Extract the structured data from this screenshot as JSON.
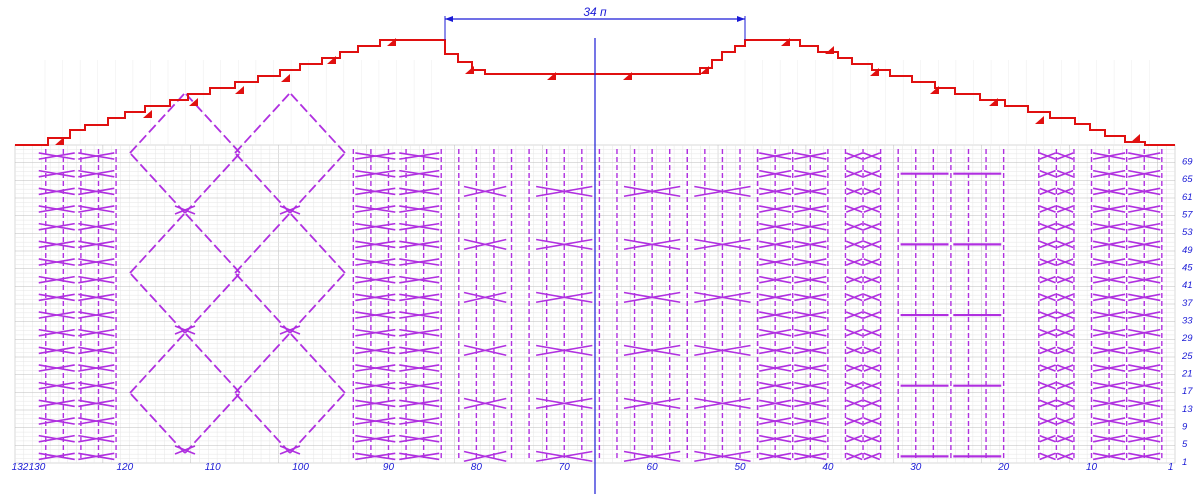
{
  "header": {
    "label": "34 п"
  },
  "column_numbers": [
    "132",
    "130",
    "120",
    "110",
    "100",
    "90",
    "80",
    "70",
    "60",
    "50",
    "40",
    "30",
    "20",
    "10",
    "1"
  ],
  "row_numbers": [
    "69",
    "65",
    "61",
    "57",
    "53",
    "49",
    "45",
    "41",
    "37",
    "33",
    "29",
    "25",
    "21",
    "17",
    "13",
    "9",
    "5",
    "1"
  ],
  "chart_data": {
    "type": "knitting-chart",
    "stitches": 132,
    "rows": 72,
    "neck_opening_stitches": 34,
    "column_ticks": [
      132,
      130,
      120,
      110,
      100,
      90,
      80,
      70,
      60,
      50,
      40,
      30,
      20,
      10,
      1
    ],
    "row_ticks": [
      69,
      65,
      61,
      57,
      53,
      49,
      45,
      41,
      37,
      33,
      29,
      25,
      21,
      17,
      13,
      9,
      5,
      1
    ],
    "colors": {
      "grid": "#cfcfcf",
      "pattern": "#b030e0",
      "outline": "#e01010",
      "labels": "#1a1ad6"
    }
  }
}
